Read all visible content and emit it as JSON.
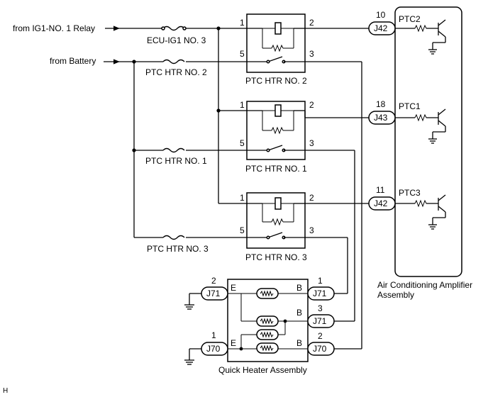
{
  "inputs": {
    "ig1_relay": "from IG1-NO. 1 Relay",
    "battery": "from Battery"
  },
  "fuses": {
    "ecu_ig1": "ECU-IG1 NO. 3",
    "ptc_htr_2": "PTC HTR NO. 2",
    "ptc_htr_1": "PTC HTR NO. 1",
    "ptc_htr_3": "PTC HTR NO. 3"
  },
  "relays": [
    {
      "label": "PTC HTR NO. 2",
      "pin1": "1",
      "pin2": "2",
      "pin5": "5",
      "pin3": "3"
    },
    {
      "label": "PTC HTR NO. 1",
      "pin1": "1",
      "pin2": "2",
      "pin5": "5",
      "pin3": "3"
    },
    {
      "label": "PTC HTR NO. 3",
      "pin1": "1",
      "pin2": "2",
      "pin5": "5",
      "pin3": "3"
    }
  ],
  "amplifier": {
    "title_line1": "Air Conditioning Amplifier",
    "title_line2": "Assembly",
    "connectors": [
      {
        "pin": "10",
        "connector": "J42",
        "signal": "PTC2"
      },
      {
        "pin": "18",
        "connector": "J43",
        "signal": "PTC1"
      },
      {
        "pin": "11",
        "connector": "J42",
        "signal": "PTC3"
      }
    ]
  },
  "heater": {
    "title": "Quick Heater Assembly",
    "left_connectors": [
      {
        "pin": "2",
        "connector": "J71",
        "terminal": "E"
      },
      {
        "pin": "1",
        "connector": "J70",
        "terminal": "E"
      }
    ],
    "right_connectors": [
      {
        "pin": "1",
        "connector": "J71",
        "terminal": "B"
      },
      {
        "pin": "3",
        "connector": "J71",
        "terminal": "B"
      },
      {
        "pin": "2",
        "connector": "J70",
        "terminal": "B"
      }
    ]
  },
  "corner_mark": "H"
}
